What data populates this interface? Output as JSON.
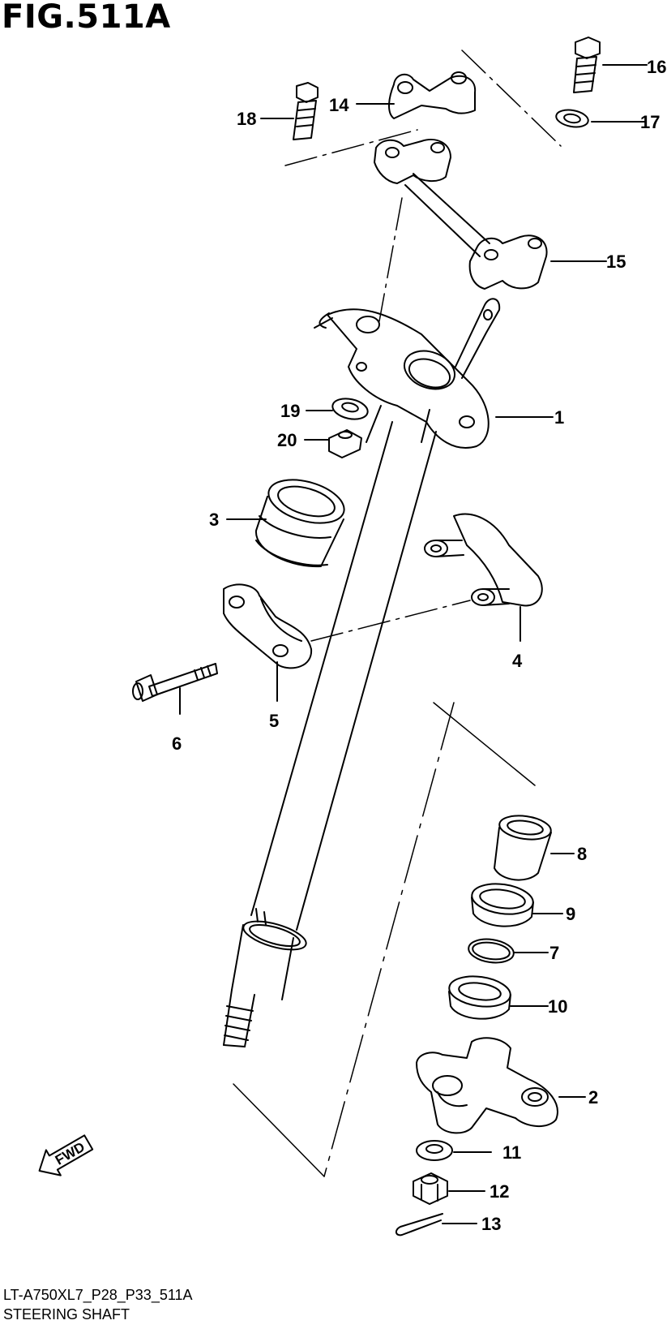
{
  "figure_title": "FIG.511A",
  "model_code": "LT-A750XL7_P28_P33_511A",
  "section_name": "STEERING SHAFT",
  "fwd_label": "FWD",
  "callouts": [
    "1",
    "2",
    "3",
    "4",
    "5",
    "6",
    "7",
    "8",
    "9",
    "10",
    "11",
    "12",
    "13",
    "14",
    "15",
    "16",
    "17",
    "18",
    "19",
    "20"
  ]
}
